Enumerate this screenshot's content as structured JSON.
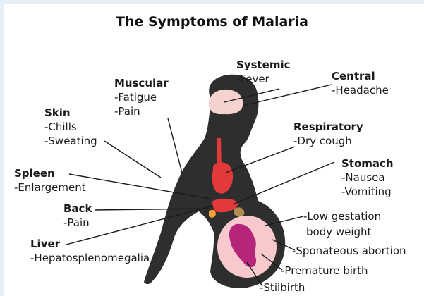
{
  "title": "The Symptoms of Malaria",
  "labels": {
    "systemic": {
      "heading": "Systemic",
      "items": [
        "-Fever"
      ]
    },
    "central": {
      "heading": "Central",
      "items": [
        "-Headache"
      ]
    },
    "muscular": {
      "heading": "Muscular",
      "items": [
        "-Fatigue",
        "-Pain"
      ]
    },
    "skin": {
      "heading": "Skin",
      "items": [
        "-Chills",
        "-Sweating"
      ]
    },
    "respiratory": {
      "heading": "Respiratory",
      "items": [
        "-Dry cough"
      ]
    },
    "stomach": {
      "heading": "Stomach",
      "items": [
        "-Nausea",
        "-Vomiting"
      ]
    },
    "spleen": {
      "heading": "Spleen",
      "items": [
        "-Enlargement"
      ]
    },
    "back": {
      "heading": "Back",
      "items": [
        "-Pain"
      ]
    },
    "liver": {
      "heading": "Liver",
      "items": [
        "-Hepatosplenomegalia"
      ]
    },
    "gestation": {
      "line1": "-Low gestation",
      "line2": "body weight"
    },
    "abortion": {
      "text": "-Sponateous abortion"
    },
    "premature": {
      "text": "-Premature birth"
    },
    "stillbirth": {
      "text": "-Stilbirth"
    }
  },
  "colors": {
    "silhouette": "#2e2e2e",
    "brain": "#f6d2ce",
    "organ_red": "#e2393a",
    "womb": "#f8c9cc",
    "fetus": "#b5257a",
    "background": "#e6eef8"
  }
}
